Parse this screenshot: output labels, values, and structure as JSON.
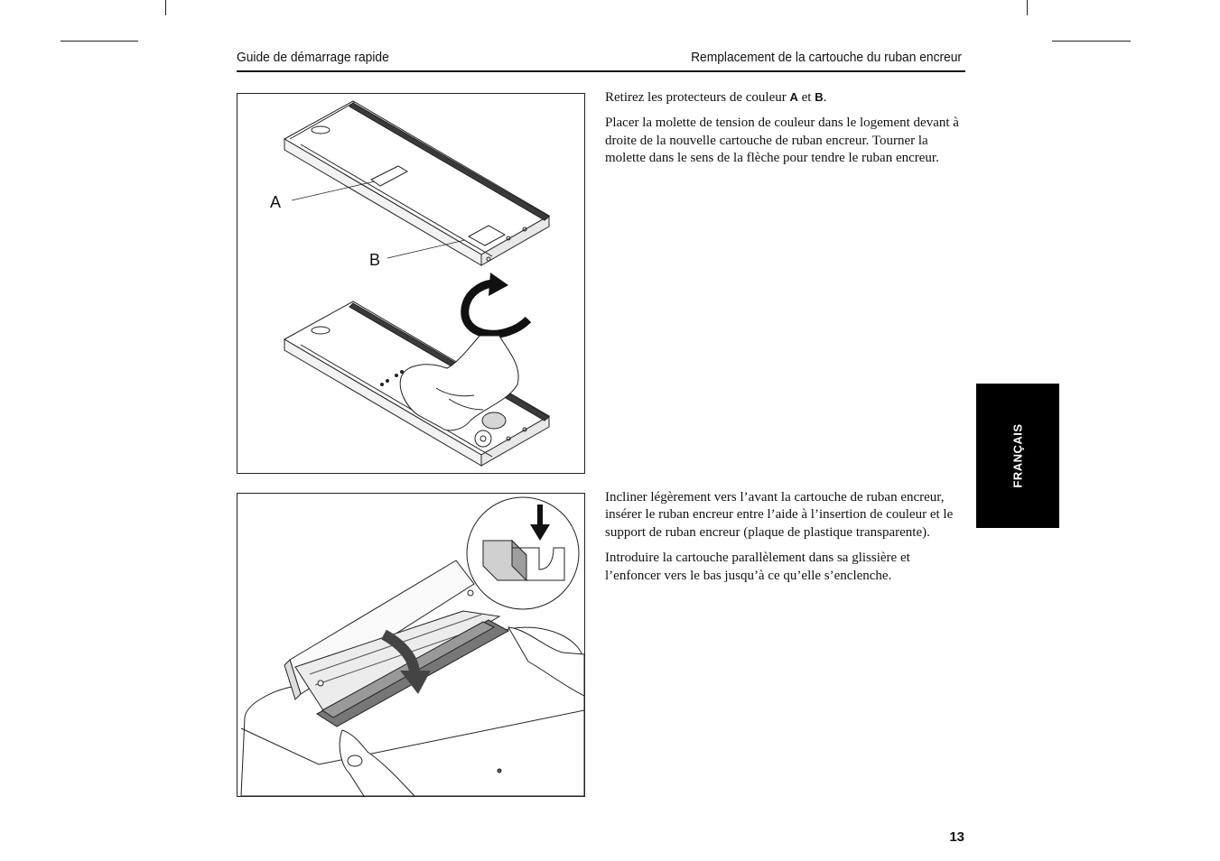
{
  "header": {
    "left": "Guide de démarrage rapide",
    "right": "Remplacement de la cartouche du ruban encreur"
  },
  "figure1": {
    "callout_a": "A",
    "callout_b": "B"
  },
  "section1": {
    "p1_before": "Retirez les protecteurs de couleur ",
    "p1_a": "A",
    "p1_mid": " et ",
    "p1_b": "B",
    "p1_end": ".",
    "p2": "Placer la molette de tension de couleur dans le logement devant à droite de la nouvelle cartouche de ruban encreur. Tourner la molette dans le sens de la flèche pour tendre le ruban encreur."
  },
  "section2": {
    "p1": "Incliner légèrement vers l’avant la cartouche de ruban encreur, insérer le ruban encreur entre l’aide à l’insertion de couleur et le support de ruban encreur (plaque de plastique transparente).",
    "p2": "Introduire la cartouche parallèlement dans sa glissière et l’enfoncer vers le bas jusqu’à ce qu’elle s’enclenche."
  },
  "side_tab": "FRANÇAIS",
  "page_number": "13"
}
